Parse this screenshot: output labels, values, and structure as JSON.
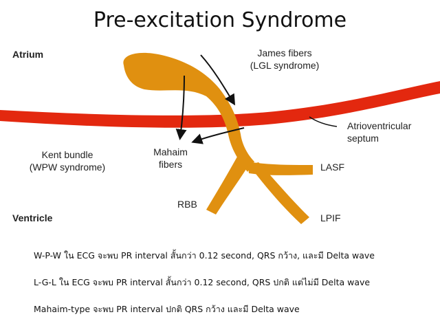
{
  "title": "Pre-excitation Syndrome",
  "diagram": {
    "atrium_label": "Atrium",
    "ventricle_label": "Ventricle",
    "james_label_1": "James fibers",
    "james_label_2": "(LGL syndrome)",
    "av_label_1": "Atrioventricular",
    "av_label_2": "septum",
    "kent_label_1": "Kent bundle",
    "kent_label_2": "(WPW syndrome)",
    "mahaim_label_1": "Mahaim",
    "mahaim_label_2": "fibers",
    "lasf_label": "LASF",
    "rbb_label": "RBB",
    "lpif_label": "LPIF",
    "colors": {
      "septum": "#e3280f",
      "conduction": "#e09010",
      "arrow": "#111111"
    }
  },
  "notes": [
    "W-P-W ใน ECG จะพบ PR interval สั้นกว่า 0.12 second, QRS กว้าง, และมี Delta wave",
    "L-G-L ใน ECG จะพบ PR interval สั้นกว่า 0.12 second, QRS ปกติ แต่ไม่มี Delta wave",
    "Mahaim-type จะพบ PR interval ปกติ QRS กว้าง และมี Delta wave"
  ]
}
